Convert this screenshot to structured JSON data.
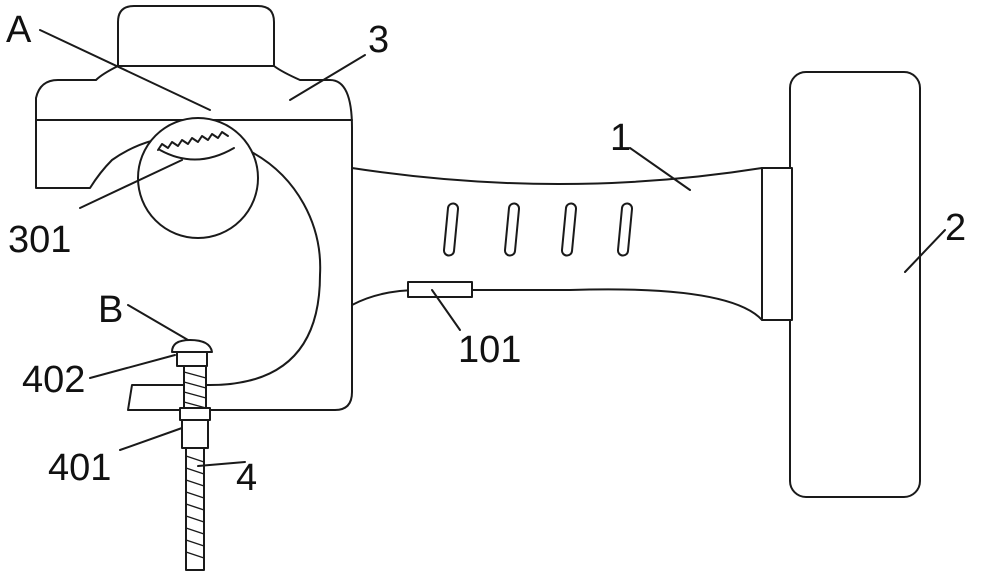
{
  "labels": {
    "a": "A",
    "part_3": "3",
    "part_1": "1",
    "part_2": "2",
    "part_301": "301",
    "b": "B",
    "part_402": "402",
    "part_101": "101",
    "part_401": "401",
    "part_4": "4"
  }
}
